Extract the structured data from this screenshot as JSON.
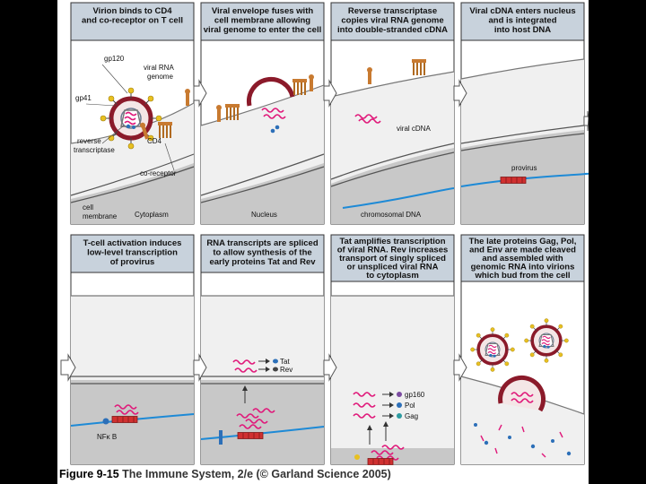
{
  "panels": [
    {
      "id": "p1",
      "title": [
        "Virion binds to CD4",
        "and co-receptor on T cell"
      ]
    },
    {
      "id": "p2",
      "title": [
        "Viral envelope fuses with",
        "cell membrane allowing",
        "viral genome to enter the cell"
      ]
    },
    {
      "id": "p3",
      "title": [
        "Reverse transcriptase",
        "copies viral RNA genome",
        "into double-stranded cDNA"
      ]
    },
    {
      "id": "p4",
      "title": [
        "Viral cDNA enters nucleus",
        "and is integrated",
        "into host DNA"
      ]
    },
    {
      "id": "p5",
      "title": [
        "T-cell activation induces",
        "low-level transcription",
        "of provirus"
      ]
    },
    {
      "id": "p6",
      "title": [
        "RNA transcripts are spliced",
        "to allow synthesis of the",
        "early proteins Tat and Rev"
      ]
    },
    {
      "id": "p7",
      "title": [
        "Tat amplifies transcription",
        "of viral RNA. Rev increases",
        "transport of singly spliced",
        "or unspliced viral RNA",
        "to cytoplasm"
      ]
    },
    {
      "id": "p8",
      "title": [
        "The late proteins Gag, Pol,",
        "and Env are made cleaved",
        "and assembled with",
        "genomic RNA into virions",
        "which bud from the cell"
      ]
    }
  ],
  "labels": {
    "gp120": "gp120",
    "gp41": "gp41",
    "viral_rna_genome": [
      "viral RNA",
      "genome"
    ],
    "reverse_transcriptase": [
      "reverse",
      "transcriptase"
    ],
    "cd4": "CD4",
    "co_receptor": "co-receptor",
    "cell_membrane": [
      "cell",
      "membrane"
    ],
    "cytoplasm": "Cytoplasm",
    "nucleus": "Nucleus",
    "viral_cdna": "viral cDNA",
    "chromosomal_dna": "chromosomal DNA",
    "provirus": "provirus",
    "nfkb": "NFκ B",
    "tat": "Tat",
    "rev": "Rev",
    "gp160": "gp160",
    "pol": "Pol",
    "gag": "Gag"
  },
  "caption": {
    "figure": "Figure 9-15",
    "rest": " The Immune System, 2/e (© Garland Science 2005)"
  },
  "colors": {
    "title_box": "#c8d2dc",
    "cytoplasm": "#f0f0f0",
    "nucleus": "#c8c8c8",
    "dna": "#1e8ad6",
    "rna": "#e0197a",
    "virus_shell": "#8b1a2a",
    "gp120": "#e8c020",
    "receptor": "#c87a30",
    "provirus": "#d03030"
  },
  "icons": [
    "right-arrow-icon",
    "virion-icon"
  ]
}
